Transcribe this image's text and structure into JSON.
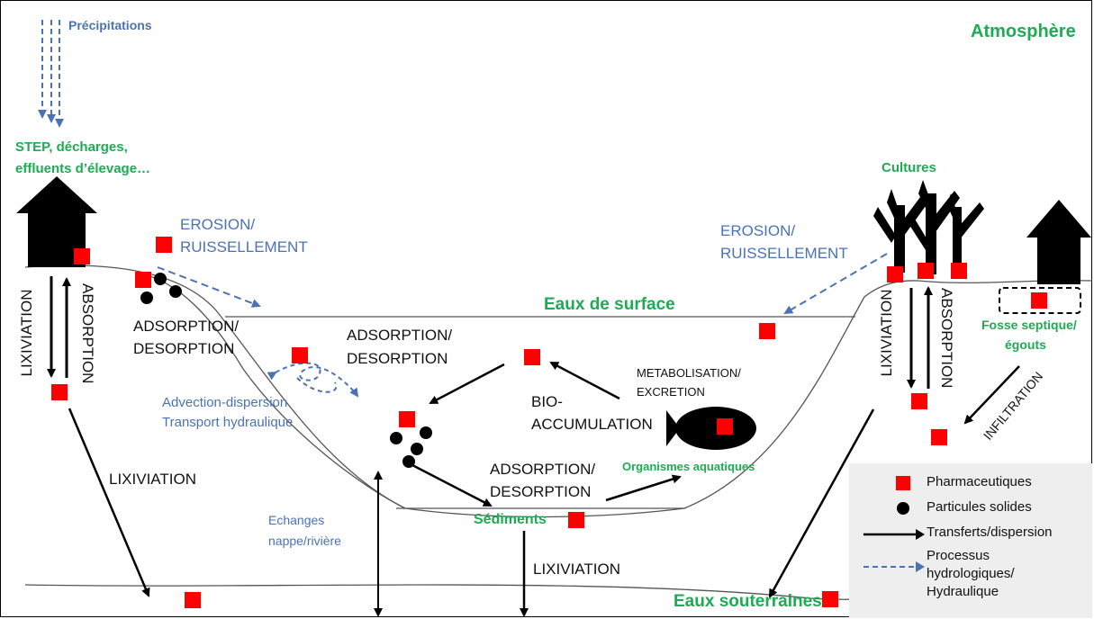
{
  "labels": {
    "precipitations": "Précipitations",
    "atmosphere": "Atmosphère",
    "step_line1": "STEP, décharges,",
    "step_line2": "effluents d’élevage…",
    "cultures": "Cultures",
    "erosion_left_1": "EROSION/",
    "erosion_left_2": "RUISSELLEMENT",
    "erosion_right_1": "EROSION/",
    "erosion_right_2": "RUISSELLEMENT",
    "eaux_surface": "Eaux de surface",
    "adsorption_left_1": "ADSORPTION/",
    "adsorption_left_2": "DESORPTION",
    "adsorption_mid_1": "ADSORPTION/",
    "adsorption_mid_2": "DESORPTION",
    "adsorption_low_1": "ADSORPTION/",
    "adsorption_low_2": "DESORPTION",
    "metabolisation_1": "METABOLISATION/",
    "metabolisation_2": "EXCRETION",
    "bio_1": "BIO-",
    "bio_2": "ACCUMULATION",
    "advection_1": "Advection-dispersion",
    "advection_2": "Transport  hydraulique",
    "organismes": "Organismes aquatiques",
    "sediments": "Sédiments",
    "echanges_1": "Echanges",
    "echanges_2": "nappe/rivière",
    "lixiviation_bottom_left": "LIXIVIATION",
    "lixiviation_bottom_mid": "LIXIVIATION",
    "lixiviation_vert_left": "LIXIVIATION",
    "absorption_vert_left": "ABSORPTION",
    "lixiviation_vert_right": "LIXIVIATION",
    "absorption_vert_right": "ABSORPTION",
    "fosse_1": "Fosse septique/",
    "fosse_2": "égouts",
    "infiltration": "INFILTRATION",
    "eaux_souterraines": "Eaux souterraines"
  },
  "legend": {
    "pharma": "Pharmaceutiques",
    "particules": "Particules solides",
    "transferts": "Transferts/dispersion",
    "processus_1": "Processus",
    "processus_2": "hydrologiques/",
    "processus_3": "Hydraulique"
  },
  "colors": {
    "pharma_square": "#ff0000",
    "green_text": "#1faa53",
    "blue_text": "#4a72b5",
    "legend_bg": "#eeeeee"
  }
}
